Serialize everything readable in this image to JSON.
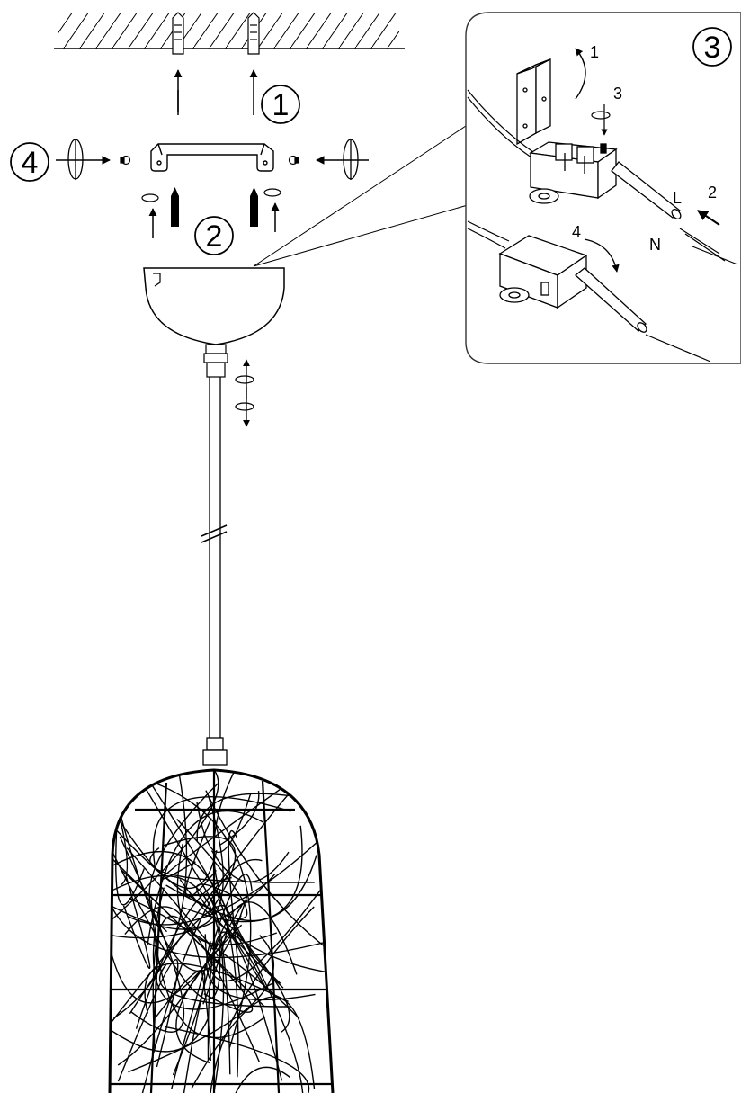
{
  "steps": {
    "step1": "1",
    "step2": "2",
    "step3": "3",
    "step4": "4"
  },
  "detail": {
    "sub1": "1",
    "sub2": "2",
    "sub3": "3",
    "sub4": "4",
    "live": "L",
    "neutral": "N"
  },
  "colors": {
    "ink": "#000000",
    "fill": "#ffffff",
    "panel_border": "#333333"
  }
}
